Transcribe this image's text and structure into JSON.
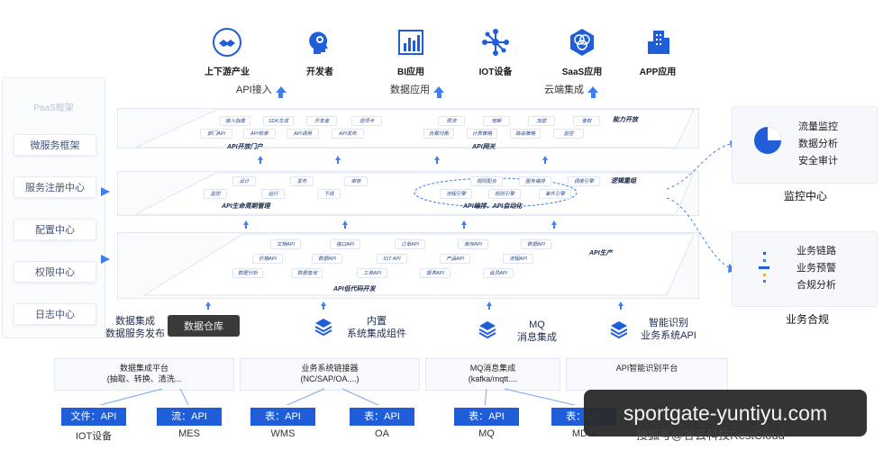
{
  "top_items": [
    {
      "label": "上下游产业",
      "icon": "handshake-icon"
    },
    {
      "label": "开发者",
      "icon": "developer-head-icon"
    },
    {
      "label": "BI应用",
      "icon": "bar-chart-icon"
    },
    {
      "label": "IOT设备",
      "icon": "network-nodes-icon"
    },
    {
      "label": "SaaS应用",
      "icon": "saas-hexagon-icon"
    },
    {
      "label": "APP应用",
      "icon": "building-icon"
    }
  ],
  "top_subs": [
    "API接入",
    "数据应用",
    "云端集成"
  ],
  "paas": {
    "title": "PaaS框架",
    "items": [
      "微服务框架",
      "服务注册中心",
      "配置中心",
      "权限中心",
      "日志中心"
    ]
  },
  "plane1": {
    "label_portal": "API开放门户",
    "label_gateway": "API网关",
    "side": "能力开放",
    "chips_left": [
      "接入指南",
      "SDK生成",
      "开发者",
      "选项卡",
      "部门API",
      "API检索",
      "API调用",
      "API发布"
    ],
    "chips_right": [
      "限流",
      "熔断",
      "加密",
      "鉴权",
      "负载均衡",
      "计费策略",
      "路由策略",
      "监控"
    ]
  },
  "plane2": {
    "label_life": "API生命周期管理",
    "label_orch": "API编排、API自动化",
    "side": "逻辑重组",
    "flow_top": [
      "设计",
      "发布",
      "审核"
    ],
    "flow_bottom": [
      "监控",
      "运行",
      "下线"
    ],
    "orch_top": [
      "规则配合",
      "服务编排",
      "调度引擎"
    ],
    "orch_bottom": [
      "流程引擎",
      "规则引擎",
      "事件引擎"
    ]
  },
  "plane3": {
    "label": "API低代码开发",
    "side": "API生产",
    "row1": [
      "文档API",
      "接口API",
      "订单API",
      "库存API",
      "数据API"
    ],
    "row2": [
      "价格API",
      "数据API",
      "IOT API",
      "产品API",
      "流程API"
    ],
    "row3": [
      "数据分析",
      "数据查询",
      "工单API",
      "报表API",
      "会员API"
    ]
  },
  "monitor": {
    "items": [
      "流量监控",
      "数据分析",
      "安全审计"
    ],
    "title": "监控中心"
  },
  "compliance": {
    "items": [
      "业务链路",
      "业务预警",
      "合规分析"
    ],
    "title": "业务合规"
  },
  "middle": {
    "data_integration": "数据集成\n数据服务发布",
    "db_button": "数据仓库",
    "builtin": "内置\n系统集成组件",
    "mq": "MQ\n消息集成",
    "ai": "智能识别\n业务系统API"
  },
  "platforms": [
    "数据集成平台\n(抽取、转换、清洗...",
    "业务系统链接器\n(NC/SAP/OA....)",
    "MQ消息集成\n(kafka/mqtt....",
    "API智能识别平台"
  ],
  "sources": [
    {
      "tag": "文件：API",
      "name": "IOT设备"
    },
    {
      "tag": "流：API",
      "name": "MES"
    },
    {
      "tag": "表：API",
      "name": "WMS"
    },
    {
      "tag": "表：API",
      "name": "OA"
    },
    {
      "tag": "表：API",
      "name": "MQ"
    },
    {
      "tag": "表：API",
      "name": "MDM"
    }
  ],
  "watermark": {
    "main": "sportgate-yuntiyu.com",
    "sub": "搜狐号@谷云科技RestCloud"
  },
  "colors": {
    "accent": "#1f5ed8",
    "arrow": "#3d7ff0"
  }
}
